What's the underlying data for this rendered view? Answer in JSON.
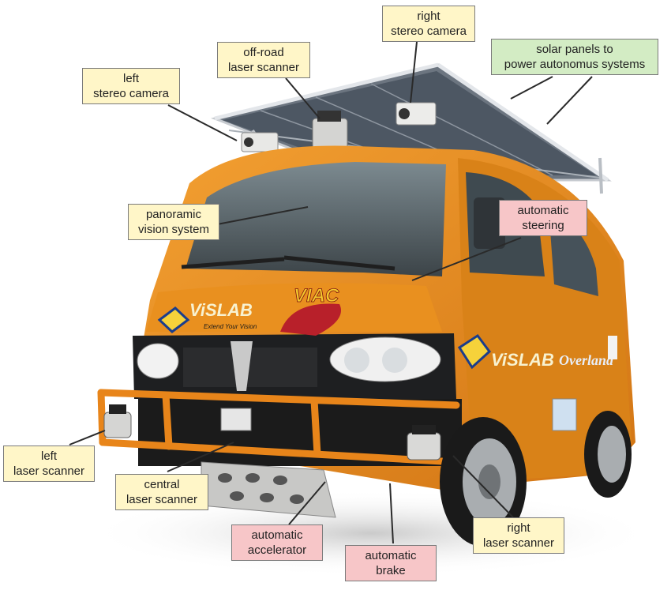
{
  "colors": {
    "van_body": "#e88a1c",
    "van_body_dark": "#c46c10",
    "label_yellow": "#fff6c8",
    "label_pink": "#f7c6c8",
    "label_green": "#d3ecc4",
    "leader_line": "#2a2a2a"
  },
  "labels": {
    "right_stereo_camera": [
      "right",
      "stereo camera"
    ],
    "offroad_laser_scanner": [
      "off-road",
      "laser scanner"
    ],
    "solar_panels": [
      "solar panels to",
      "power autonomus systems"
    ],
    "left_stereo_camera": [
      "left",
      "stereo camera"
    ],
    "panoramic_vision": [
      "panoramic",
      "vision system"
    ],
    "automatic_steering": [
      "automatic",
      "steering"
    ],
    "left_laser_scanner": [
      "left",
      "laser scanner"
    ],
    "central_laser_scanner": [
      "central",
      "laser scanner"
    ],
    "automatic_accelerator": [
      "automatic",
      "accelerator"
    ],
    "automatic_brake": [
      "automatic",
      "brake"
    ],
    "right_laser_scanner": [
      "right",
      "laser scanner"
    ]
  },
  "decals": {
    "vislab_hood": "ViSLAB",
    "vislab_tagline": "Extend Your Vision",
    "viac": "VIAC",
    "vislab_side": "ViSLAB",
    "overland": "Overland"
  }
}
